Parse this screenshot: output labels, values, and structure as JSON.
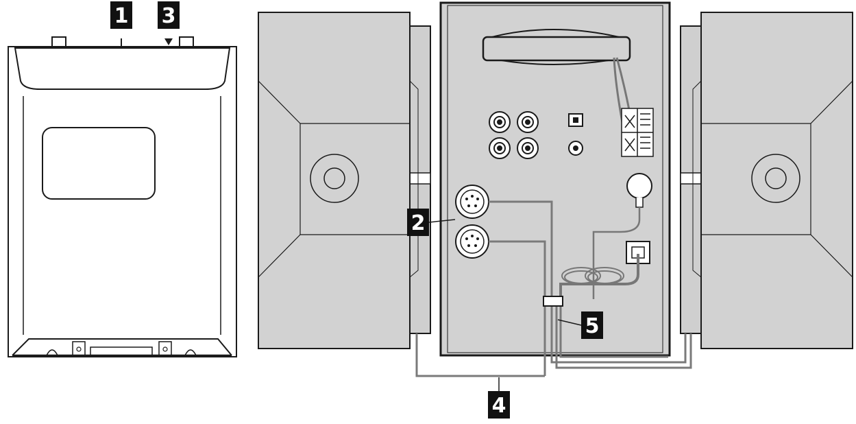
{
  "diagram": {
    "callouts": {
      "c1": "1",
      "c2": "2",
      "c3": "3",
      "c4": "4",
      "c5": "5"
    }
  },
  "colors": {
    "line": "#1a1a1a",
    "panel": "#d2d2d2",
    "speaker": "#d0d0d0",
    "cable": "#7a7a7a",
    "callout_bg": "#111111",
    "callout_text": "#ffffff"
  }
}
